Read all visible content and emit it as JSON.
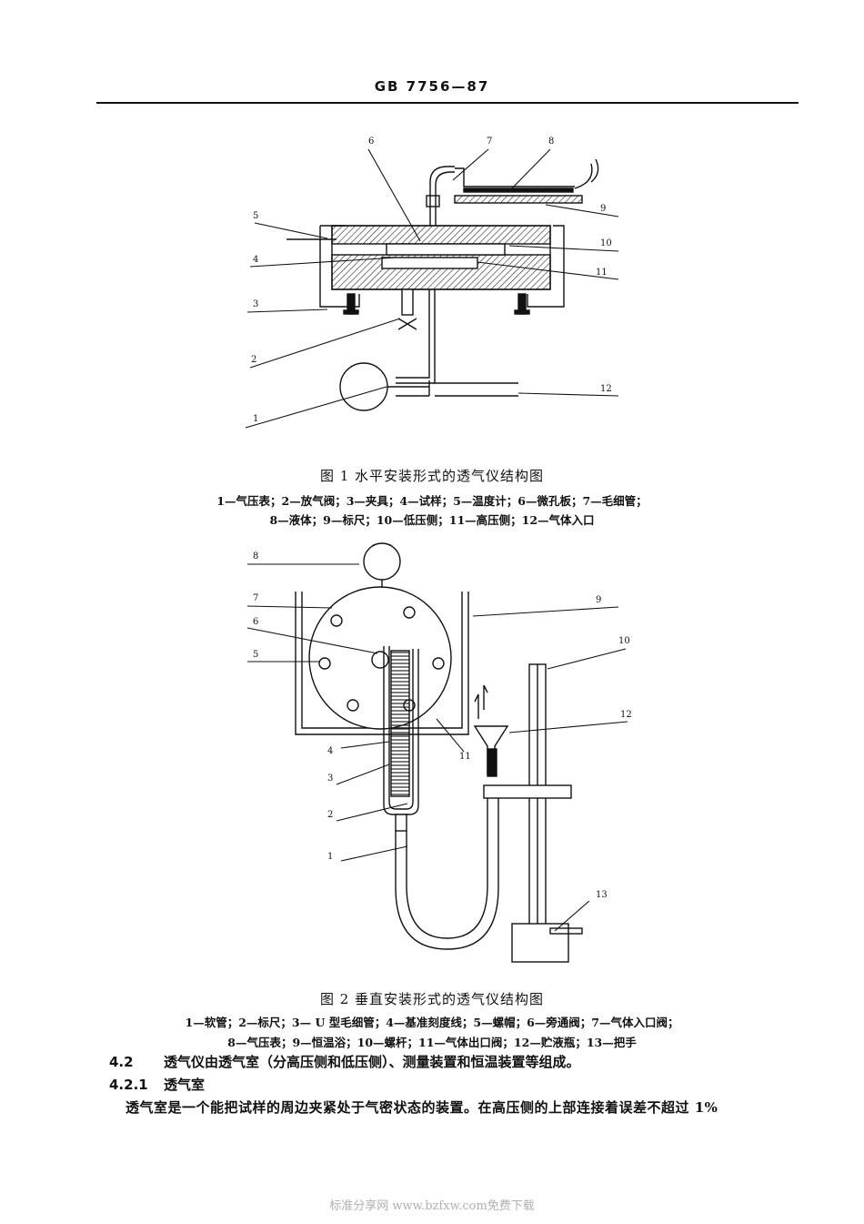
{
  "header": {
    "code": "GB 7756—87"
  },
  "figure1": {
    "caption": "图 1   水平安装形式的透气仪结构图",
    "legend_line1": "1—气压表；2—放气阀；3—夹具；4—试样；5—温度计；6—微孔板；7—毛细管；",
    "legend_line2": "8—液体；9—标尺；10—低压侧；11—高压侧；12—气体入口",
    "labels": [
      "1",
      "2",
      "3",
      "4",
      "5",
      "6",
      "7",
      "8",
      "9",
      "10",
      "11",
      "12"
    ]
  },
  "figure2": {
    "caption": "图 2   垂直安装形式的透气仪结构图",
    "legend_line1": "1—软管；2—标尺；3— U 型毛细管；4—基准刻度线；5—螺帽；6—旁通阀；7—气体入口阀；",
    "legend_line2": "8—气压表；9—恒温浴；10—螺杆；11—气体出口阀；12—贮液瓶；13—把手",
    "labels": [
      "1",
      "2",
      "3",
      "4",
      "5",
      "6",
      "7",
      "8",
      "9",
      "10",
      "11",
      "12",
      "13"
    ]
  },
  "section_4_2": {
    "num": "4.2",
    "text": "透气仪由透气室（分高压侧和低压侧）、测量装置和恒温装置等组成。"
  },
  "section_4_2_1": {
    "num": "4.2.1",
    "text": "透气室"
  },
  "paragraph": "透气室是一个能把试样的周边夹紧处于气密状态的装置。在高压侧的上部连接着误差不超过 1%",
  "footer": "标准分享网  www.bzfxw.com免费下载"
}
